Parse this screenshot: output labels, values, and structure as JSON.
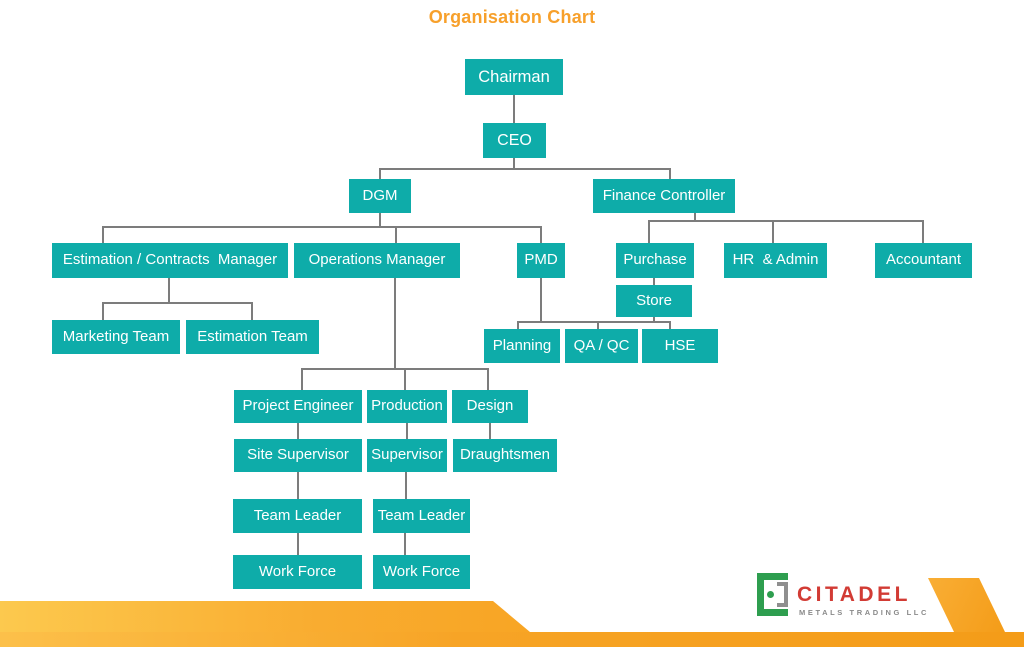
{
  "title": "Organisation Chart",
  "colors": {
    "title_orange": "#F7A02B",
    "node_teal": "#0EACA9",
    "connector_gray": "#7C7C7C",
    "footer_orange": "#F7A426",
    "logo_red": "#D23B34",
    "logo_green": "#2E9E4F"
  },
  "nodes": {
    "chairman": "Chairman",
    "ceo": "CEO",
    "dgm": "DGM",
    "finance_controller": "Finance Controller",
    "estimation_contracts_manager": "Estimation / Contracts  Manager",
    "operations_manager": "Operations Manager",
    "pmd": "PMD",
    "purchase": "Purchase",
    "hr_admin": "HR  & Admin",
    "accountant": "Accountant",
    "store": "Store",
    "marketing_team": "Marketing Team",
    "estimation_team": "Estimation Team",
    "planning": "Planning",
    "qa_qc": "QA / QC",
    "hse": "HSE",
    "project_engineer": "Project Engineer",
    "production": "Production",
    "design": "Design",
    "site_supervisor": "Site Supervisor",
    "supervisor": "Supervisor",
    "draughtsmen": "Draughtsmen",
    "team_leader_1": "Team Leader",
    "team_leader_2": "Team Leader",
    "work_force_1": "Work Force",
    "work_force_2": "Work Force"
  },
  "hierarchy": [
    [
      "Chairman",
      "CEO"
    ],
    [
      "CEO",
      "DGM"
    ],
    [
      "CEO",
      "Finance Controller"
    ],
    [
      "DGM",
      "Estimation / Contracts  Manager"
    ],
    [
      "DGM",
      "Operations Manager"
    ],
    [
      "DGM",
      "PMD"
    ],
    [
      "Estimation / Contracts  Manager",
      "Marketing Team"
    ],
    [
      "Estimation / Contracts  Manager",
      "Estimation Team"
    ],
    [
      "Operations Manager",
      "Project Engineer"
    ],
    [
      "Operations Manager",
      "Production"
    ],
    [
      "Operations Manager",
      "Design"
    ],
    [
      "Project Engineer",
      "Site Supervisor"
    ],
    [
      "Site Supervisor",
      "Team Leader"
    ],
    [
      "Team Leader",
      "Work Force"
    ],
    [
      "Production",
      "Supervisor"
    ],
    [
      "Supervisor",
      "Team Leader"
    ],
    [
      "Design",
      "Draughtsmen"
    ],
    [
      "Finance Controller",
      "Purchase"
    ],
    [
      "Finance Controller",
      "HR  & Admin"
    ],
    [
      "Finance Controller",
      "Accountant"
    ],
    [
      "Purchase",
      "Store"
    ],
    [
      "PMD",
      "Planning"
    ],
    [
      "PMD",
      "QA / QC"
    ],
    [
      "PMD",
      "HSE"
    ],
    [
      "Store",
      "Planning"
    ],
    [
      "Store",
      "QA / QC"
    ],
    [
      "Store",
      "HSE"
    ]
  ],
  "logo": {
    "name": "CITADEL",
    "tagline": "METALS TRADING LLC"
  }
}
